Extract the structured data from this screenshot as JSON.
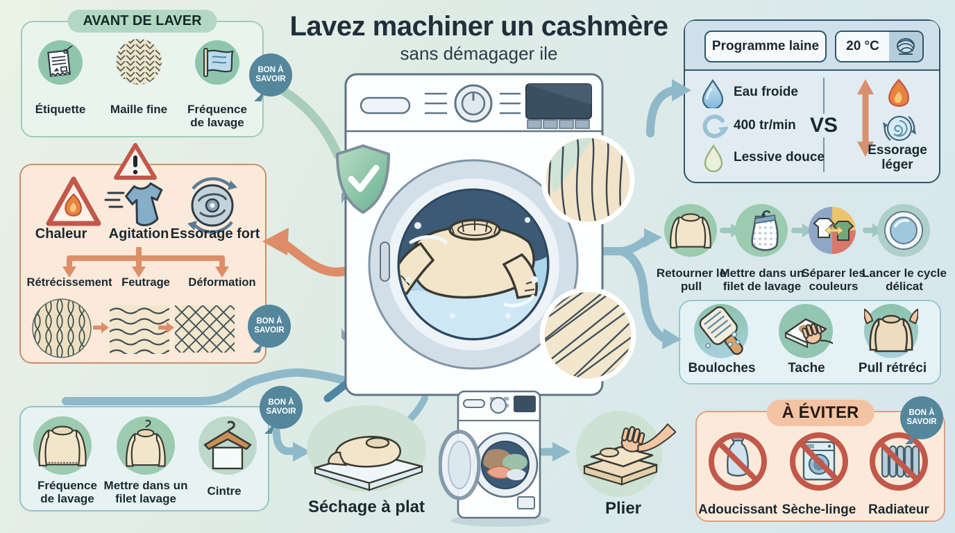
{
  "title": {
    "main": "Lavez machiner un cashmère",
    "subtitle": "sans démagager ile"
  },
  "badge_label": "BON À SAVOIR",
  "avant": {
    "header": "AVANT DE LAVER",
    "items": [
      {
        "label": "Étiquette",
        "icon": "care-label-icon"
      },
      {
        "label": "Maille fine",
        "icon": "fine-knit-icon"
      },
      {
        "label": "Fréquence de lavage",
        "icon": "wash-flag-icon"
      }
    ]
  },
  "risques": {
    "causes": [
      {
        "label": "Chaleur",
        "icon": "heat-triangle-icon"
      },
      {
        "label": "Agitation",
        "icon": "agitated-shirt-icon"
      },
      {
        "label": "Essorage fort",
        "icon": "strong-spin-icon"
      }
    ],
    "consequences": [
      "Rétrécissement",
      "Feutrage",
      "Déformation"
    ]
  },
  "preparation": {
    "items": [
      {
        "label": "Fréquence de lavage",
        "icon": "sweater-icon"
      },
      {
        "label": "Mettre dans un filet lavage",
        "icon": "sweater-hanger-icon"
      },
      {
        "label": "Cintre",
        "icon": "hanger-towel-icon"
      }
    ]
  },
  "reglages": {
    "program": "Programme laine",
    "temperature": "20 °C",
    "gauche": [
      {
        "label": "Eau froide",
        "icon": "water-drop-icon"
      },
      {
        "label": "400 tr/min",
        "icon": "rotation-icon"
      },
      {
        "label": "Lessive douce",
        "icon": "mild-detergent-icon"
      }
    ],
    "vs": "VS",
    "droite": {
      "label": "Essorage léger",
      "icons": [
        "flame-icon",
        "light-spin-icon",
        "updown-arrow-icon"
      ]
    }
  },
  "etapes": [
    {
      "label": "Retourner le pull",
      "icon": "sweater-icon"
    },
    {
      "label": "Mettre dans un filet de lavage",
      "icon": "mesh-bag-icon"
    },
    {
      "label": "Séparer les couleurs",
      "icon": "color-separation-icon"
    },
    {
      "label": "Lancer le cycle délicat",
      "icon": "delicate-drum-icon"
    }
  ],
  "problemes": [
    {
      "label": "Bouloches",
      "icon": "lint-brush-icon"
    },
    {
      "label": "Tache",
      "icon": "stain-cloth-icon"
    },
    {
      "label": "Pull rétréci",
      "icon": "shrunk-sweater-icon"
    }
  ],
  "eviter": {
    "header": "À ÉVITER",
    "items": [
      {
        "label": "Adoucissant",
        "icon": "no-softener-icon"
      },
      {
        "label": "Sèche-linge",
        "icon": "no-dryer-icon"
      },
      {
        "label": "Radiateur",
        "icon": "no-radiator-icon"
      }
    ]
  },
  "sechage": {
    "flat": "Séchage à plat",
    "fold": "Plier"
  },
  "colors": {
    "accent_teal": "#54869c",
    "accent_salmon": "#dd8e68",
    "mint": "#b2d8c4",
    "panel_border": "#30566c"
  }
}
